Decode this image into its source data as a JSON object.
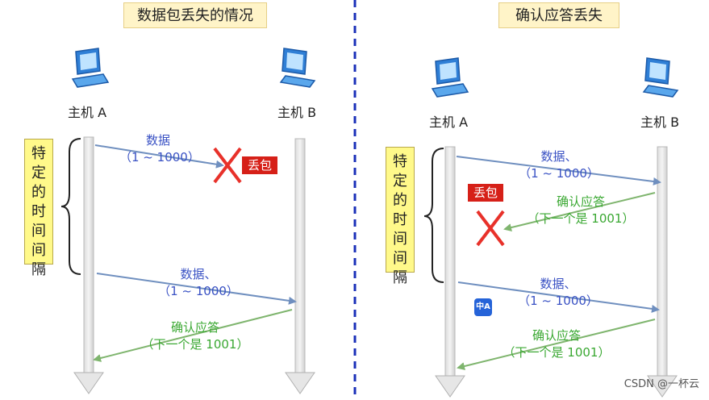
{
  "panels": {
    "left": {
      "title": "数据包丢失的情况",
      "host_a": "主机 A",
      "host_b": "主机 B",
      "interval": "特\n定\n的\n时\n间\n间\n隔",
      "msg1_line1": "数据",
      "msg1_line2": "（1 ~ 1000）",
      "lost": "丢包",
      "msg2_line1": "数据、",
      "msg2_line2": "（1 ~ 1000）",
      "ack_line1": "确认应答",
      "ack_line2": "（下一个是 1001）"
    },
    "right": {
      "title": "确认应答丢失",
      "host_a": "主机 A",
      "host_b": "主机 B",
      "interval": "特\n定\n的\n时\n间\n间\n隔",
      "msg1_line1": "数据、",
      "msg1_line2": "（1 ~ 1000）",
      "lost": "丢包",
      "ack1_line1": "确认应答",
      "ack1_line2": "（下一个是 1001）",
      "msg2_line1": "数据、",
      "msg2_line2": "（1 ~ 1000）",
      "ack2_line1": "确认应答",
      "ack2_line2": "（下一个是 1001）"
    }
  },
  "translate_icon_label": "中A",
  "watermark": "CSDN @一杯云",
  "colors": {
    "data_arrow": "#6f8fbf",
    "ack_arrow": "#7fb56e",
    "lost_x": "#e8312a",
    "divider": "#1a2fb8"
  }
}
